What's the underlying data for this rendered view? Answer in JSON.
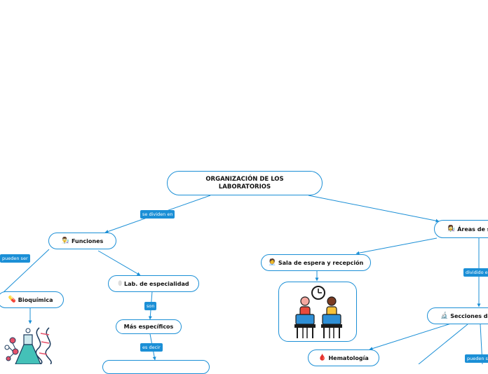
{
  "root": {
    "title": "ORGANIZACIÓN DE LOS LABORATORIOS"
  },
  "nodes": {
    "funciones": {
      "label": "Funciones",
      "icon": "scientist-icon"
    },
    "areas": {
      "label": "Áreas de s",
      "icon": "person-icon"
    },
    "especialidad": {
      "label": "Lab. de especialidad",
      "icon": "egg-icon"
    },
    "mas_especificos": {
      "label": "Más específicos"
    },
    "bioquimica": {
      "label": "Bioquímica",
      "icon": "pill-icon"
    },
    "sala_espera": {
      "label": "Sala de espera y recepción",
      "icon": "person-at-desk-icon"
    },
    "secciones": {
      "label": "Secciones de",
      "icon": "microscope-icon"
    },
    "hematologia": {
      "label": "Hematología",
      "icon": "blood-drop-icon"
    }
  },
  "tags": {
    "se_dividen_en": "se dividen en",
    "pueden_ser_left": "pueden ser",
    "son": "son",
    "es_decir": "es decir",
    "dividido_en": "dividido e",
    "pueden_ser_right": "pueden s"
  },
  "colors": {
    "accent": "#1b8fd6",
    "text": "#111111",
    "background": "#ffffff"
  }
}
